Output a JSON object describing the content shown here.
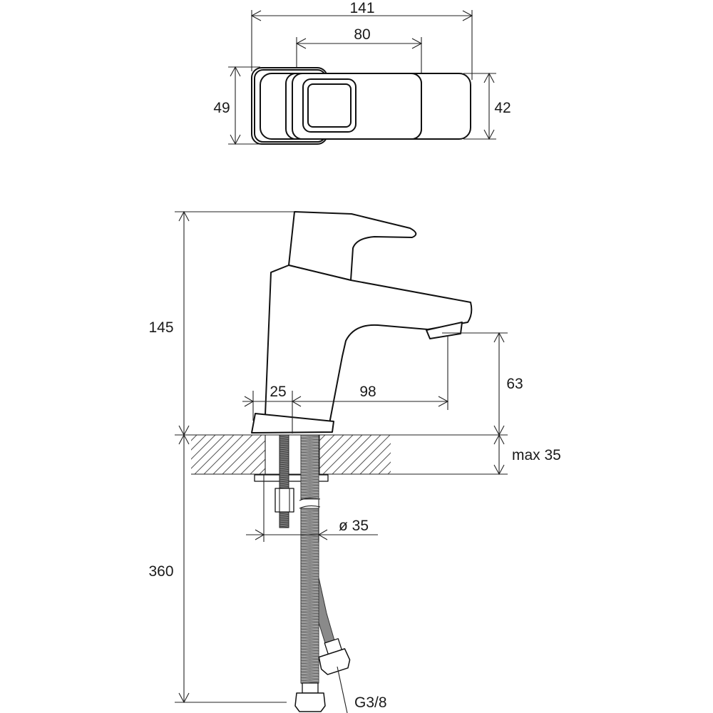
{
  "top_view": {
    "overall_length": "141",
    "handle_length": "80",
    "base_depth": "49",
    "body_depth": "42"
  },
  "side_view": {
    "height": "145",
    "base_to_axis": "25",
    "spout_reach": "98",
    "spout_height": "63",
    "counter_thickness": "max 35",
    "hole_diameter": "ø 35",
    "hose_length": "360",
    "connection_thread": "G3/8"
  }
}
